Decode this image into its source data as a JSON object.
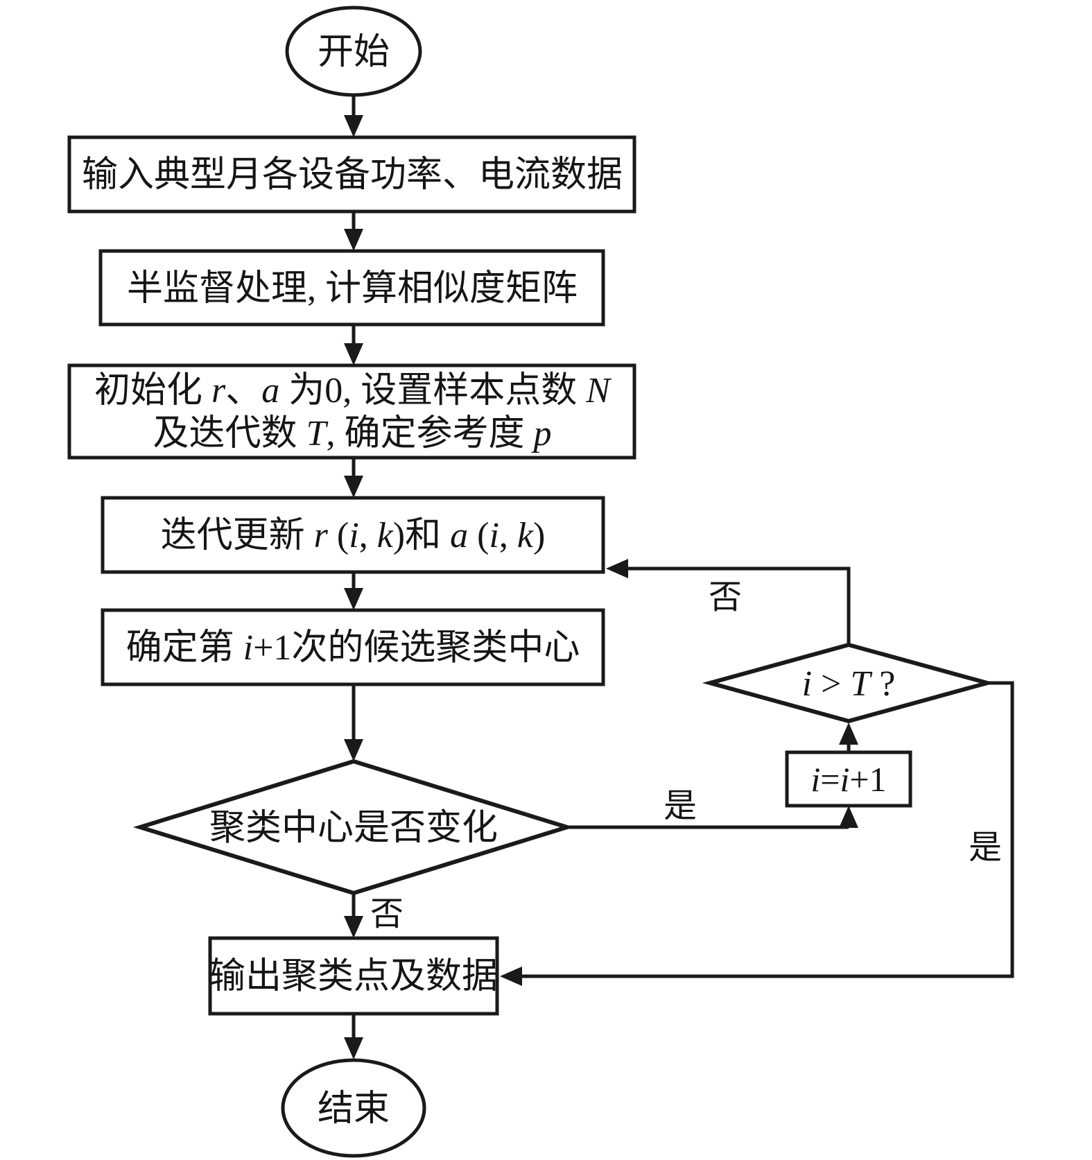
{
  "figure": {
    "type": "flowchart",
    "background": "#ffffff",
    "stroke_color": "#1a1a1a"
  },
  "nodes": {
    "start": {
      "label": "开始"
    },
    "input": {
      "label": "输入典型月各设备功率、电流数据"
    },
    "similarity": {
      "label": "半监督处理, 计算相似度矩阵"
    },
    "init": {
      "line1_parts": [
        "初始化 ",
        "r",
        "、",
        "a",
        " 为0, 设置样本点数 ",
        "N"
      ],
      "line2_parts": [
        "及迭代数 ",
        "T",
        ", 确定参考度 ",
        "p"
      ]
    },
    "update": {
      "parts": [
        "迭代更新 ",
        "r",
        " (",
        "i",
        ", ",
        "k",
        ")和 ",
        "a",
        " (",
        "i",
        ", ",
        "k",
        ")"
      ]
    },
    "candidate": {
      "parts": [
        "确定第 ",
        "i",
        "+1次的候选聚类中心"
      ]
    },
    "center_changed": {
      "label": "聚类中心是否变化"
    },
    "iter_check": {
      "parts": [
        "i",
        " > ",
        "T",
        " ?"
      ]
    },
    "increment": {
      "parts": [
        "i",
        "=",
        "i",
        "+1"
      ]
    },
    "output": {
      "label": "输出聚类点及数据"
    },
    "end": {
      "label": "结束"
    }
  },
  "edge_labels": {
    "no_to_update": "否",
    "yes_to_increment": "是",
    "yes_to_output": "是",
    "no_to_output": "否"
  }
}
